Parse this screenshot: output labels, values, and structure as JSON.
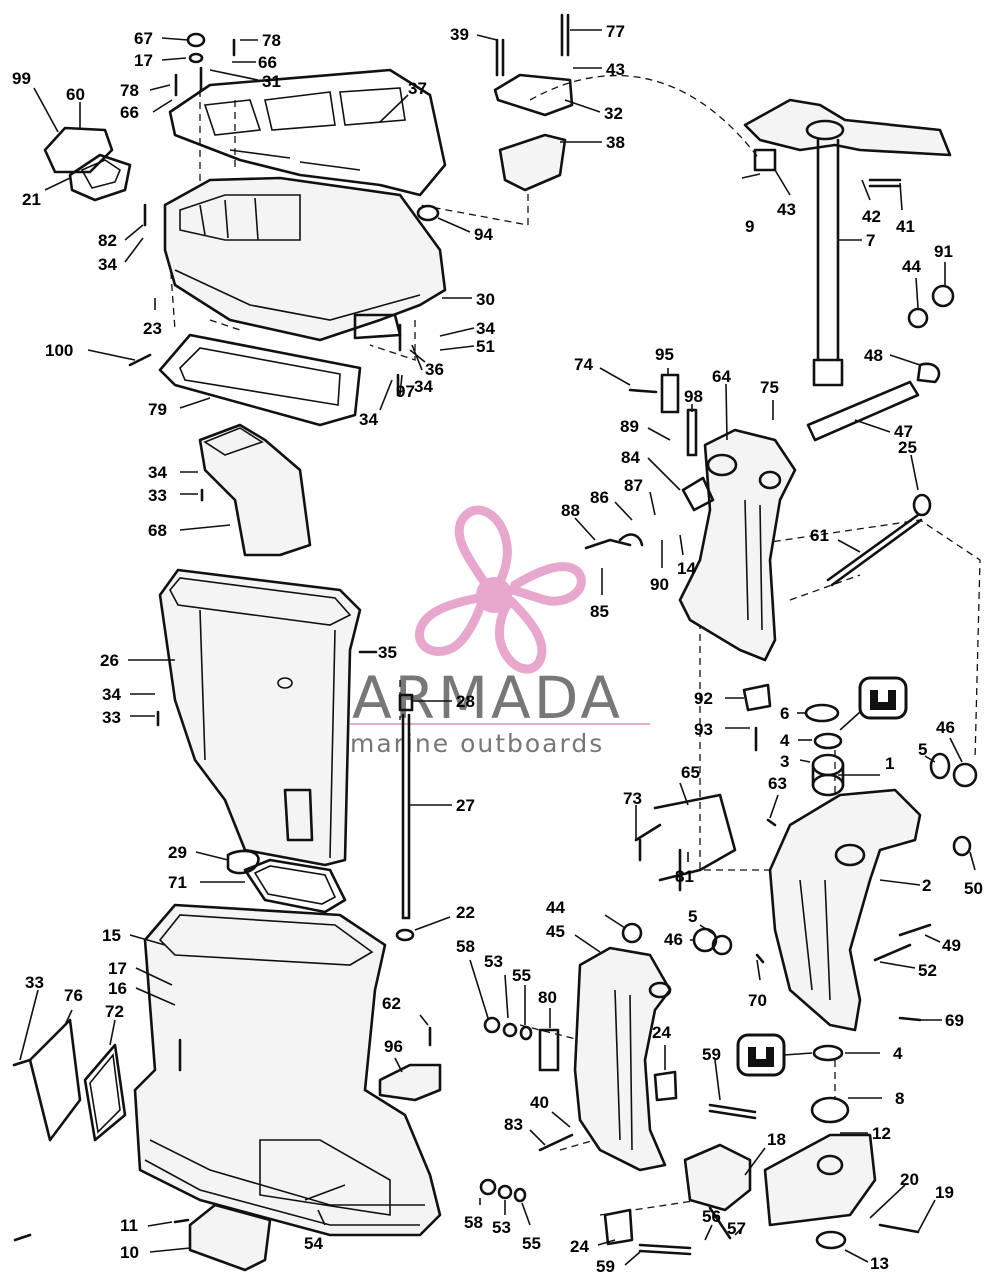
{
  "watermark": {
    "title": "ARMADA",
    "subtitle": "marine outboards",
    "title_color": "#777777",
    "accent_color": "#e8a7cd"
  },
  "callouts": [
    {
      "id": "c1",
      "label": "1"
    },
    {
      "id": "c2",
      "label": "2"
    },
    {
      "id": "c3",
      "label": "3"
    },
    {
      "id": "c4a",
      "label": "4"
    },
    {
      "id": "c4b",
      "label": "4"
    },
    {
      "id": "c5a",
      "label": "5"
    },
    {
      "id": "c5b",
      "label": "5"
    },
    {
      "id": "c6",
      "label": "6"
    },
    {
      "id": "c7",
      "label": "7"
    },
    {
      "id": "c8",
      "label": "8"
    },
    {
      "id": "c9",
      "label": "9"
    },
    {
      "id": "c10",
      "label": "10"
    },
    {
      "id": "c11",
      "label": "11"
    },
    {
      "id": "c12",
      "label": "12"
    },
    {
      "id": "c13",
      "label": "13"
    },
    {
      "id": "c14",
      "label": "14"
    },
    {
      "id": "c15",
      "label": "15"
    },
    {
      "id": "c16",
      "label": "16"
    },
    {
      "id": "c17a",
      "label": "17"
    },
    {
      "id": "c17b",
      "label": "17"
    },
    {
      "id": "c18",
      "label": "18"
    },
    {
      "id": "c19",
      "label": "19"
    },
    {
      "id": "c20",
      "label": "20"
    },
    {
      "id": "c21",
      "label": "21"
    },
    {
      "id": "c22",
      "label": "22"
    },
    {
      "id": "c23",
      "label": "23"
    },
    {
      "id": "c24a",
      "label": "24"
    },
    {
      "id": "c24b",
      "label": "24"
    },
    {
      "id": "c25",
      "label": "25"
    },
    {
      "id": "c26",
      "label": "26"
    },
    {
      "id": "c27",
      "label": "27"
    },
    {
      "id": "c28",
      "label": "28"
    },
    {
      "id": "c29",
      "label": "29"
    },
    {
      "id": "c30",
      "label": "30"
    },
    {
      "id": "c31",
      "label": "31"
    },
    {
      "id": "c32",
      "label": "32"
    },
    {
      "id": "c33a",
      "label": "33"
    },
    {
      "id": "c33b",
      "label": "33"
    },
    {
      "id": "c33c",
      "label": "33"
    },
    {
      "id": "c34a",
      "label": "34"
    },
    {
      "id": "c34b",
      "label": "34"
    },
    {
      "id": "c34c",
      "label": "34"
    },
    {
      "id": "c34d",
      "label": "34"
    },
    {
      "id": "c34e",
      "label": "34"
    },
    {
      "id": "c34f",
      "label": "34"
    },
    {
      "id": "c35",
      "label": "35"
    },
    {
      "id": "c36",
      "label": "36"
    },
    {
      "id": "c37",
      "label": "37"
    },
    {
      "id": "c38",
      "label": "38"
    },
    {
      "id": "c39",
      "label": "39"
    },
    {
      "id": "c40",
      "label": "40"
    },
    {
      "id": "c41",
      "label": "41"
    },
    {
      "id": "c42",
      "label": "42"
    },
    {
      "id": "c43a",
      "label": "43"
    },
    {
      "id": "c43b",
      "label": "43"
    },
    {
      "id": "c44a",
      "label": "44"
    },
    {
      "id": "c44b",
      "label": "44"
    },
    {
      "id": "c45",
      "label": "45"
    },
    {
      "id": "c46a",
      "label": "46"
    },
    {
      "id": "c46b",
      "label": "46"
    },
    {
      "id": "c47",
      "label": "47"
    },
    {
      "id": "c48",
      "label": "48"
    },
    {
      "id": "c49",
      "label": "49"
    },
    {
      "id": "c50",
      "label": "50"
    },
    {
      "id": "c51",
      "label": "51"
    },
    {
      "id": "c52",
      "label": "52"
    },
    {
      "id": "c53a",
      "label": "53"
    },
    {
      "id": "c53b",
      "label": "53"
    },
    {
      "id": "c54",
      "label": "54"
    },
    {
      "id": "c55a",
      "label": "55"
    },
    {
      "id": "c55b",
      "label": "55"
    },
    {
      "id": "c56",
      "label": "56"
    },
    {
      "id": "c57",
      "label": "57"
    },
    {
      "id": "c58a",
      "label": "58"
    },
    {
      "id": "c58b",
      "label": "58"
    },
    {
      "id": "c59a",
      "label": "59"
    },
    {
      "id": "c59b",
      "label": "59"
    },
    {
      "id": "c60",
      "label": "60"
    },
    {
      "id": "c61",
      "label": "61"
    },
    {
      "id": "c62",
      "label": "62"
    },
    {
      "id": "c63",
      "label": "63"
    },
    {
      "id": "c64",
      "label": "64"
    },
    {
      "id": "c65",
      "label": "65"
    },
    {
      "id": "c66a",
      "label": "66"
    },
    {
      "id": "c66b",
      "label": "66"
    },
    {
      "id": "c67",
      "label": "67"
    },
    {
      "id": "c68",
      "label": "68"
    },
    {
      "id": "c69",
      "label": "69"
    },
    {
      "id": "c70",
      "label": "70"
    },
    {
      "id": "c71",
      "label": "71"
    },
    {
      "id": "c72",
      "label": "72"
    },
    {
      "id": "c73",
      "label": "73"
    },
    {
      "id": "c74",
      "label": "74"
    },
    {
      "id": "c75",
      "label": "75"
    },
    {
      "id": "c76",
      "label": "76"
    },
    {
      "id": "c77",
      "label": "77"
    },
    {
      "id": "c78a",
      "label": "78"
    },
    {
      "id": "c78b",
      "label": "78"
    },
    {
      "id": "c79",
      "label": "79"
    },
    {
      "id": "c80",
      "label": "80"
    },
    {
      "id": "c81",
      "label": "81"
    },
    {
      "id": "c82",
      "label": "82"
    },
    {
      "id": "c83",
      "label": "83"
    },
    {
      "id": "c84",
      "label": "84"
    },
    {
      "id": "c85",
      "label": "85"
    },
    {
      "id": "c86",
      "label": "86"
    },
    {
      "id": "c87",
      "label": "87"
    },
    {
      "id": "c88",
      "label": "88"
    },
    {
      "id": "c89",
      "label": "89"
    },
    {
      "id": "c90",
      "label": "90"
    },
    {
      "id": "c91",
      "label": "91"
    },
    {
      "id": "c92",
      "label": "92"
    },
    {
      "id": "c93",
      "label": "93"
    },
    {
      "id": "c94",
      "label": "94"
    },
    {
      "id": "c95",
      "label": "95"
    },
    {
      "id": "c96",
      "label": "96"
    },
    {
      "id": "c97",
      "label": "97"
    },
    {
      "id": "c98",
      "label": "98"
    },
    {
      "id": "c99",
      "label": "99"
    },
    {
      "id": "c100",
      "label": "100"
    }
  ]
}
